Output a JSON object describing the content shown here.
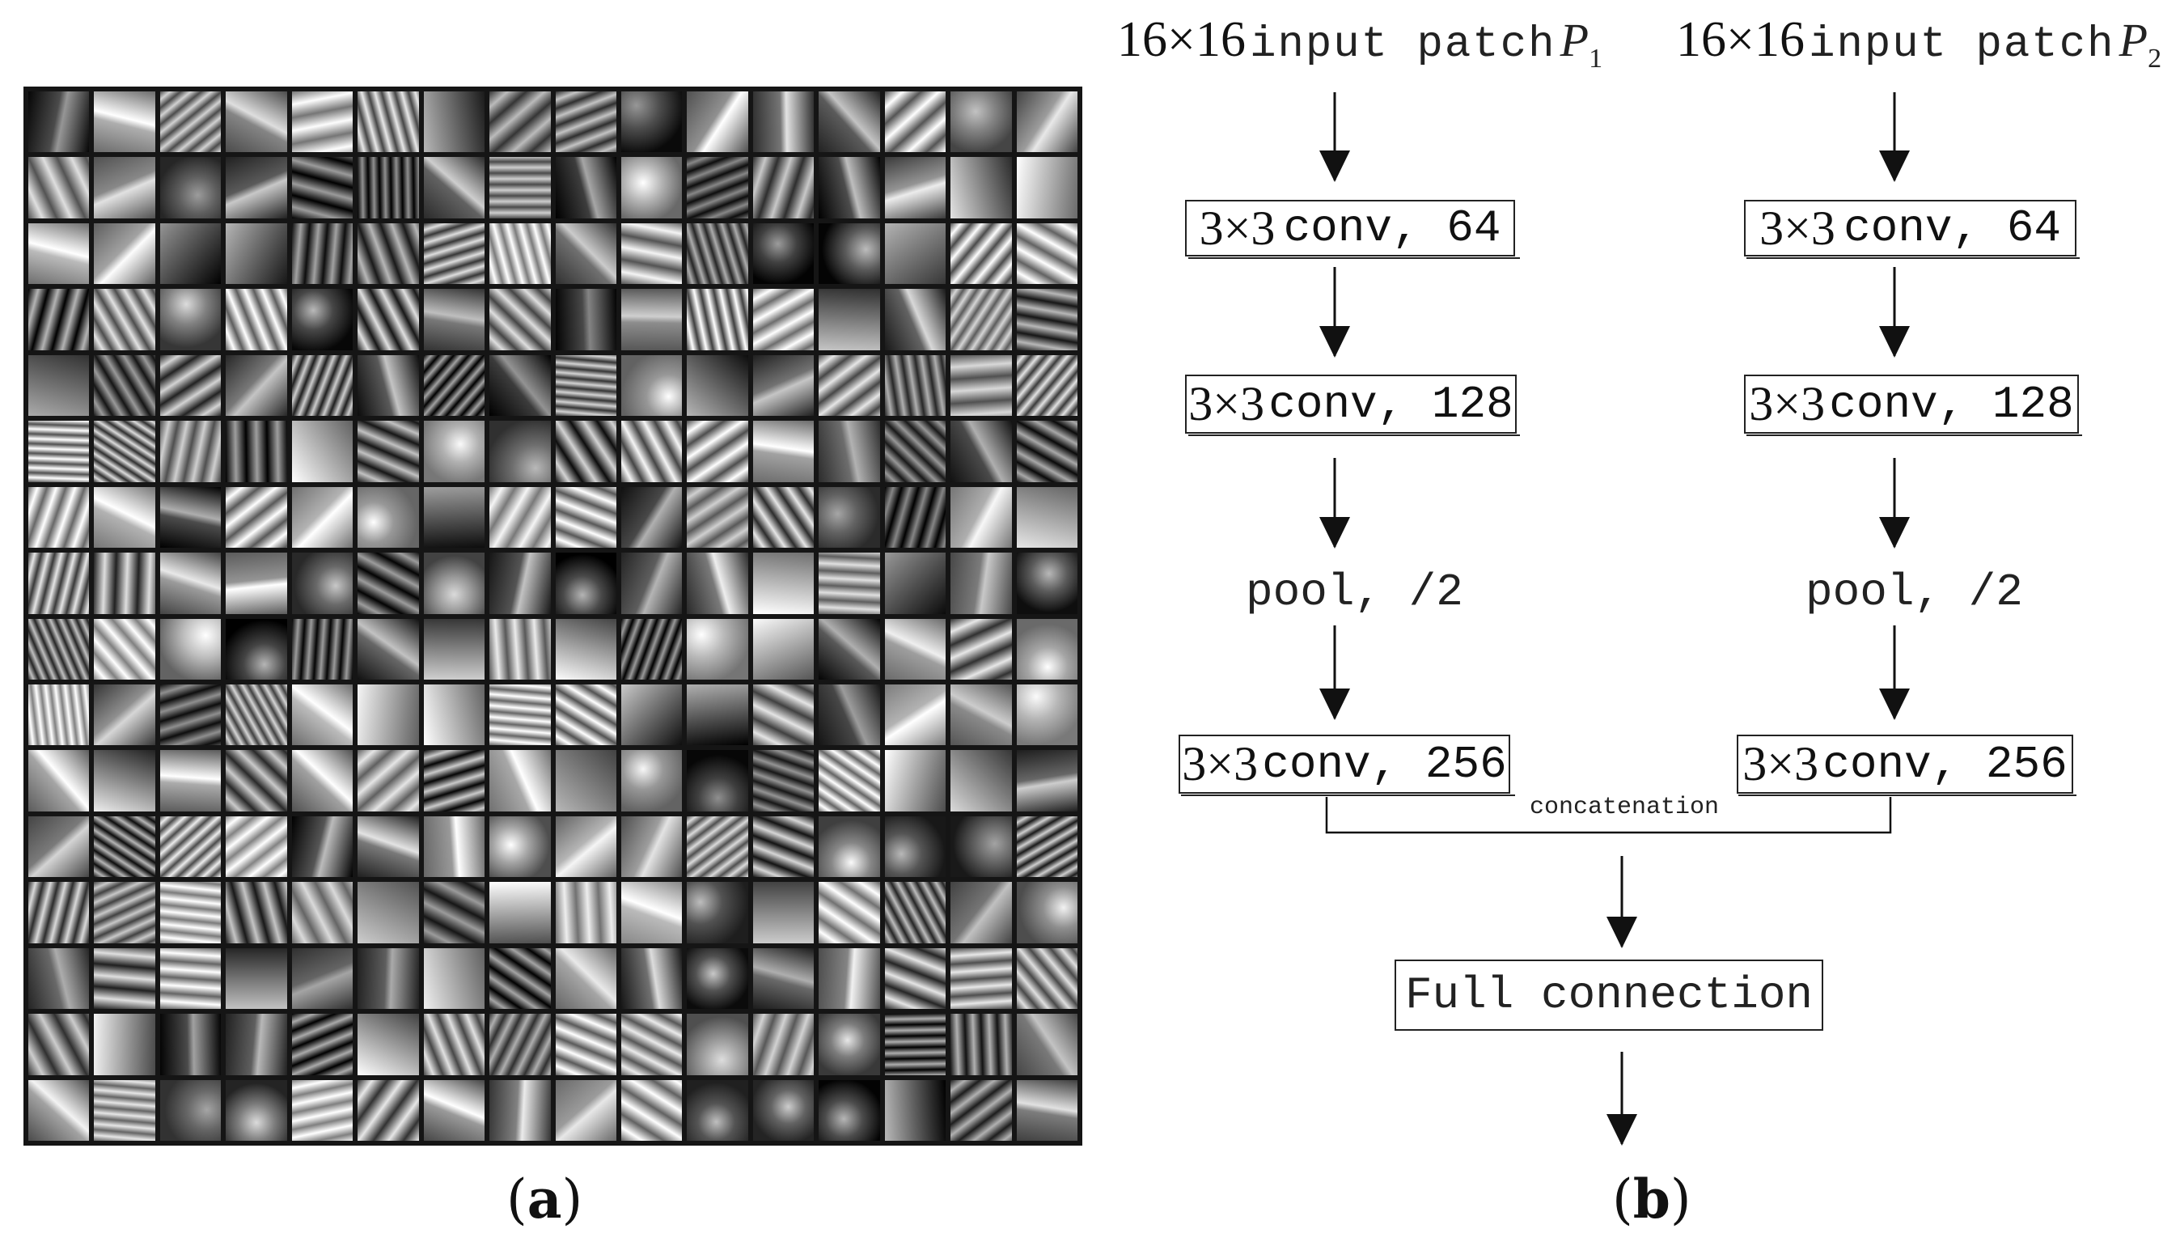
{
  "panel_a": {
    "label_open": "(",
    "label_letter": "a",
    "label_close": ")",
    "grid": {
      "rows": 16,
      "cols": 16,
      "description_kind": "learned filter patches"
    }
  },
  "panel_b": {
    "label_open": "(",
    "label_letter": "b",
    "label_close": ")",
    "branch_left": {
      "input": {
        "size": "16×16",
        "text": "input patch",
        "var": "P",
        "sub": "1"
      },
      "conv1": {
        "kernel": "3×3",
        "text": "conv, 64"
      },
      "conv2": {
        "kernel": "3×3",
        "text": "conv, 128"
      },
      "pool": "pool, /2",
      "conv3": {
        "kernel": "3×3",
        "text": "conv, 256"
      }
    },
    "branch_right": {
      "input": {
        "size": "16×16",
        "text": "input patch",
        "var": "P",
        "sub": "2"
      },
      "conv1": {
        "kernel": "3×3",
        "text": "conv, 64"
      },
      "conv2": {
        "kernel": "3×3",
        "text": "conv, 128"
      },
      "pool": "pool, /2",
      "conv3": {
        "kernel": "3×3",
        "text": "conv, 256"
      }
    },
    "merge": {
      "concat_label": "concatenation",
      "fc_label": "Full connection"
    }
  }
}
